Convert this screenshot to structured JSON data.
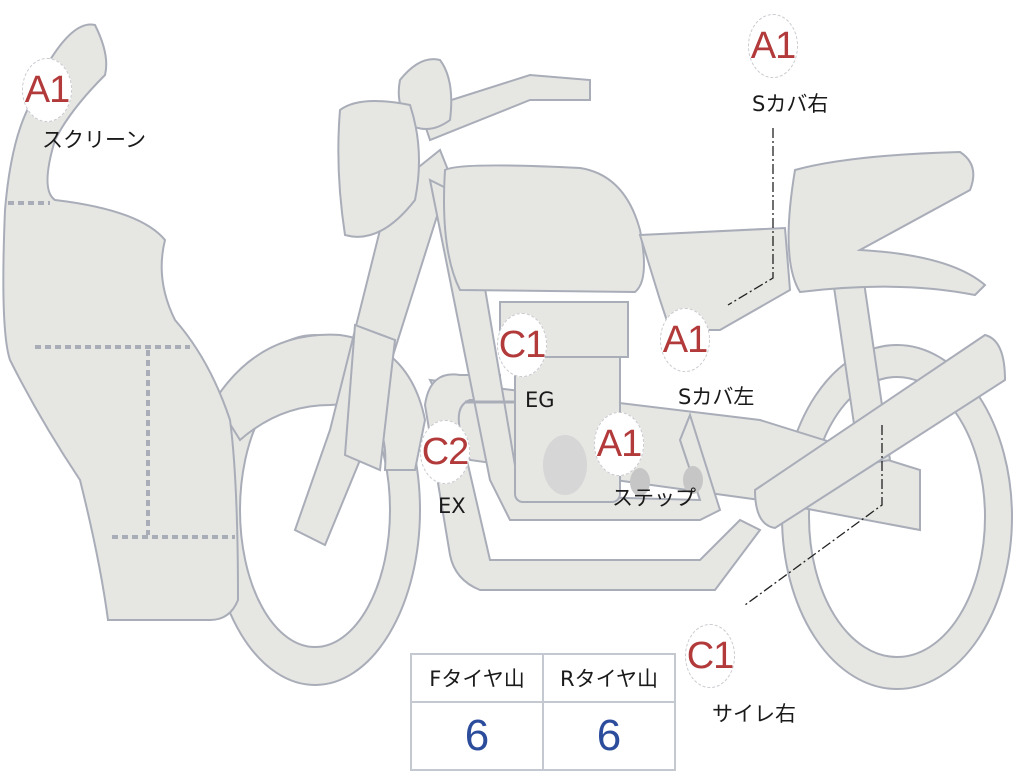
{
  "markers": [
    {
      "code": "A1",
      "label": "スクリーン"
    },
    {
      "code": "A1",
      "label": "Sカバ右"
    },
    {
      "code": "C1",
      "label": "EG"
    },
    {
      "code": "A1",
      "label": "Sカバ左"
    },
    {
      "code": "C2",
      "label": "EX"
    },
    {
      "code": "A1",
      "label": "ステップ"
    },
    {
      "code": "C1",
      "label": "サイレ右"
    }
  ],
  "tire_table": {
    "headers": [
      "Fタイヤ山",
      "Rタイヤ山"
    ],
    "values": [
      "6",
      "6"
    ]
  },
  "colors": {
    "part_fill": "#e6e6e3",
    "outline": "#a9adb8",
    "code_red": "#b23a3a",
    "value_blue": "#2c4c9c"
  }
}
